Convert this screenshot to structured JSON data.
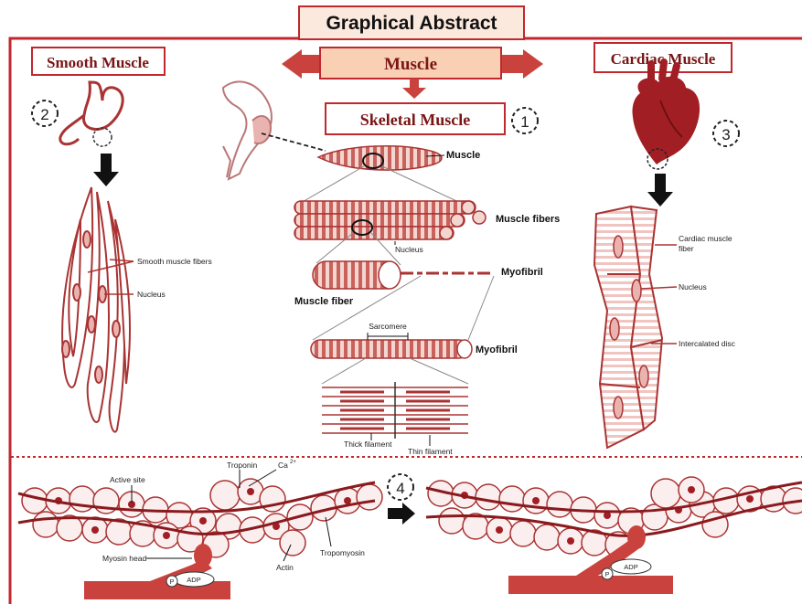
{
  "title": "Graphical Abstract",
  "center": {
    "muscle_box": "Muscle",
    "skeletal_box": "Skeletal Muscle",
    "step_1": "1",
    "labels": {
      "muscle": "Muscle",
      "muscle_fibers": "Muscle fibers",
      "nucleus": "Nucleus",
      "myofibril_top": "Myofibril",
      "muscle_fiber": "Muscle fiber",
      "sarcomere": "Sarcomere",
      "myofibril_bottom": "Myofibril",
      "thick_filament": "Thick filament",
      "thin_filament": "Thin filament"
    }
  },
  "smooth": {
    "title": "Smooth Muscle",
    "step_2": "2",
    "fibers_label": "Smooth muscle fibers",
    "nucleus_label": "Nucleus"
  },
  "cardiac": {
    "title": "Cardiac Muscle",
    "step_3": "3",
    "fiber_label_1": "Cardiac muscle",
    "fiber_label_2": "fiber",
    "nucleus_label": "Nucleus",
    "disc_label": "Intercalated disc"
  },
  "bottom": {
    "step_4": "4",
    "active_site": "Active site",
    "troponin": "Troponin",
    "calcium": "Ca",
    "calcium_charge": "2+",
    "myosin_head": "Myosin head",
    "actin": "Actin",
    "tropomyosin": "Tropomyosin",
    "adp_left": "ADP",
    "p_left": "P",
    "adp_right": "ADP",
    "p_right": "P"
  },
  "colors": {
    "frame": "#c0282d",
    "muscle_red": "#b23a3a",
    "pale_red": "#f3d6d0",
    "muscle_box_fill": "#f9d0b4",
    "title_fill": "#fbe9de"
  }
}
